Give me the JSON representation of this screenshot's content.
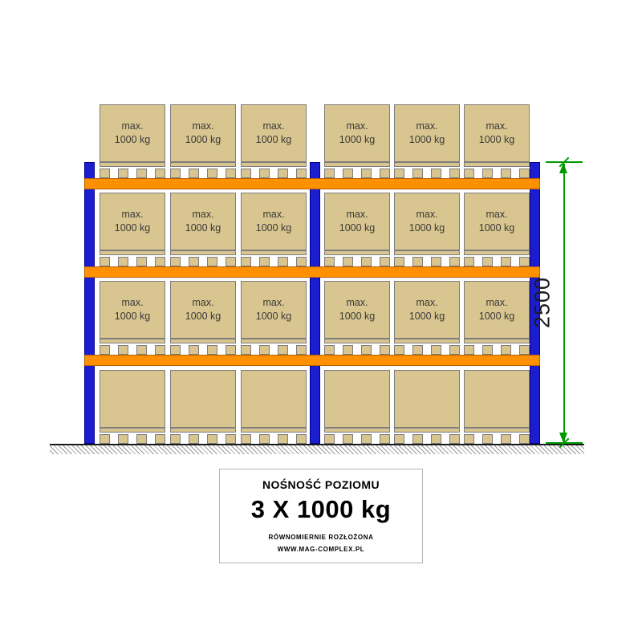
{
  "diagram": {
    "type": "pallet-racking-front-view",
    "bays": 2,
    "beam_levels": 3,
    "boxes_per_bay": 3,
    "rows_of_boxes": 4,
    "labeled_rows": 3,
    "box_label": {
      "line1": "max.",
      "line2": "1000 kg"
    },
    "dimension_label": "2500",
    "colors": {
      "post_blue": "#1d1dd0",
      "beam_orange": "#ff9000",
      "box_tan": "#d8c58f",
      "dimension_green": "#009a00"
    }
  },
  "info_panel": {
    "title": "NOŚNOŚĆ POZIOMU",
    "capacity": "3 X 1000 kg",
    "note": "RÓWNOMIERNIE ROZŁOŻONA",
    "website": "WWW.MAG-COMPLEX.PL"
  }
}
